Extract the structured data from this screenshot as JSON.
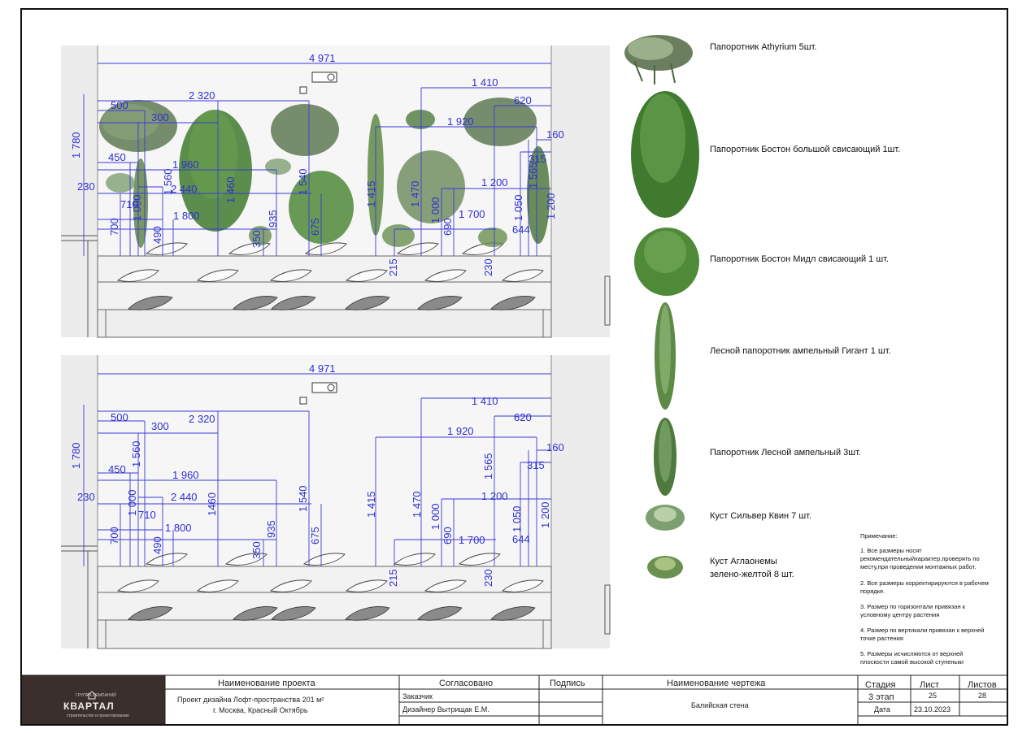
{
  "drawing": {
    "elevations": [
      {
        "dims": {
          "total": "4 971",
          "d1410": "1 410",
          "d620": "620",
          "d2320": "2 320",
          "d500": "500",
          "d300": "300",
          "d1920": "1 920",
          "d160": "160",
          "d1780": "1 780",
          "d450": "450",
          "d1960": "1 960",
          "d1560": "1 560",
          "d1540": "1 540",
          "d1460": "1 460",
          "d1415": "1 415",
          "d1470": "1 470",
          "d1565": "1 565",
          "d315": "315",
          "d1200a": "1 200",
          "d1200b": "1 200",
          "d230a": "230",
          "d2440": "2 440",
          "d1000a": "1 000",
          "d1000b": "1 000",
          "d710": "710",
          "d1800": "1 800",
          "d935": "935",
          "d1700": "1 700",
          "d1050": "1 050",
          "d700": "700",
          "d690": "690",
          "d675": "675",
          "d644": "644",
          "d490": "490",
          "d350": "350",
          "d215": "215",
          "d230b": "230"
        }
      },
      {
        "dims": {
          "total": "4 971",
          "d1410": "1 410",
          "d620": "620",
          "d2320": "2 320",
          "d500": "500",
          "d300": "300",
          "d1920": "1 920",
          "d160": "160",
          "d1780": "1 780",
          "d450": "450",
          "d1960": "1 960",
          "d1560": "1 560",
          "d1540": "1 540",
          "d1460": "1460",
          "d1415": "1 415",
          "d1470": "1 470",
          "d1565": "1 565",
          "d315": "315",
          "d1200a": "1 200",
          "d1200b": "1 200",
          "d230a": "230",
          "d2440": "2 440",
          "d1000a": "1 000",
          "d1000b": "1 000",
          "d710": "710",
          "d1800": "1 800",
          "d935": "935",
          "d1700": "1 700",
          "d1050": "1 050",
          "d700": "700",
          "d690": "690",
          "d675": "675",
          "d644": "644",
          "d490": "490",
          "d350": "350",
          "d215": "215",
          "d230b": "230"
        }
      }
    ]
  },
  "legend": [
    {
      "label": "Папоротник Athyrium 5шт.",
      "icon": "fern-athyrium-icon"
    },
    {
      "label": "Папоротник Бостон большой свисающий 1шт.",
      "icon": "boston-fern-large-icon"
    },
    {
      "label": "Папоротник Бостон Мидл свисающий 1 шт.",
      "icon": "boston-fern-midi-icon"
    },
    {
      "label": "Лесной папоротник ампельный Гигант 1 шт.",
      "icon": "forest-fern-giant-icon"
    },
    {
      "label": "Папоротник Лесной ампельный 3шт.",
      "icon": "forest-fern-hanging-icon"
    },
    {
      "label": "Куст Сильвер Квин  7 шт.",
      "icon": "silver-queen-bush-icon"
    },
    {
      "label_line1": "Куст Аглаонемы",
      "label_line2": "зелено-желтой  8 шт.",
      "icon": "aglaonema-bush-icon"
    }
  ],
  "notes": {
    "title": "Примечание:",
    "items": [
      [
        "1. Все размеры носят",
        "рекомендательныйхарактер,проверять по",
        "месту,при проведении монтажных работ."
      ],
      [
        "2. Все размеры корректирируются в рабочем",
        "порядке."
      ],
      [
        "3. Размер по горизонтали привязан к",
        "условному центру растения"
      ],
      [
        "4. Размер по вертикали привязан к верхней",
        "точке растения"
      ],
      [
        "5. Размеры исчисляются от верхней",
        "плоскости самой высокой ступеньки"
      ]
    ]
  },
  "title_block": {
    "logo_top": "ГРУППА КОМПАНИЙ",
    "logo": "КВАРТАЛ",
    "logo_sub": "строительство и проектирование",
    "project_name_header": "Наименование проекта",
    "project_name_line1": "Проект дизайна Лофт-пространства 201 м²",
    "project_name_line2": "г. Москва, Красный Октябрь",
    "agreed_header": "Согласовано",
    "signature_header": "Подпись",
    "customer": "Заказчик",
    "designer": "Дизайнер  Вытрищак Е.М.",
    "drawing_name_header": "Наименование чертежа",
    "drawing_name": "Балийская стена",
    "stage_header": "Стадия",
    "stage": "3 этап",
    "date_label": "Дата",
    "sheet_header": "Лист",
    "sheet": "25",
    "date": "23.10.2023",
    "sheets_header": "Листов",
    "sheets": "28"
  },
  "colors": {
    "dimension": "#3a3ad8",
    "wall": "#ececec",
    "logo_bg": "#3a2f2d"
  }
}
